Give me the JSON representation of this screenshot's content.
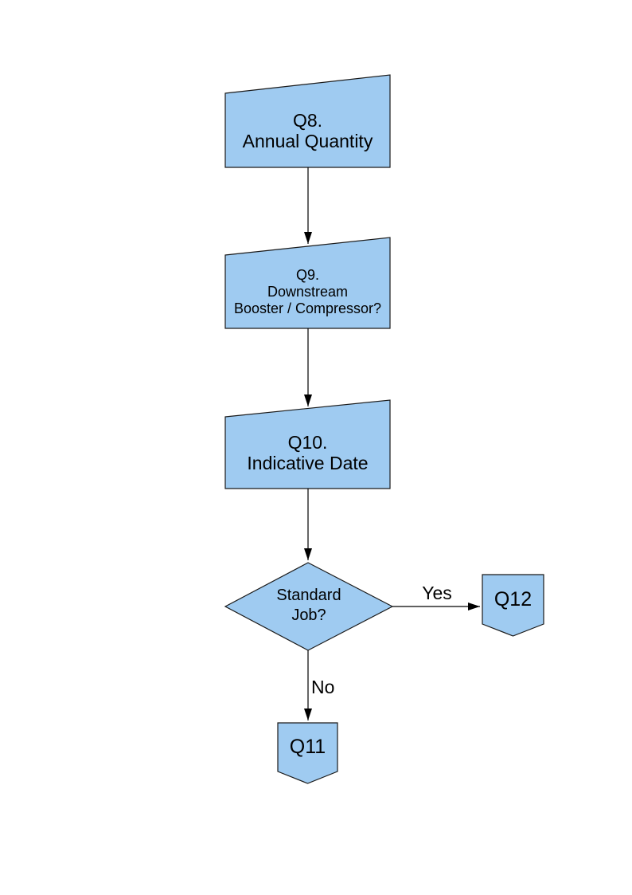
{
  "page": {
    "background": "#ffffff"
  },
  "colors": {
    "node_fill": "#9fcbf1",
    "node_border": "#1a1a1a",
    "line": "#000000",
    "text": "#000000"
  },
  "nodes": {
    "q8": {
      "line1": "Q8.",
      "line2": "Annual Quantity"
    },
    "q9": {
      "line1": "Q9.",
      "line2": "Downstream",
      "line3": "Booster / Compressor?"
    },
    "q10": {
      "line1": "Q10.",
      "line2": "Indicative Date"
    },
    "decision": {
      "line1": "Standard",
      "line2": "Job?"
    },
    "q12": {
      "label": "Q12"
    },
    "q11": {
      "label": "Q11"
    }
  },
  "edges": {
    "yes_label": "Yes",
    "no_label": "No"
  }
}
